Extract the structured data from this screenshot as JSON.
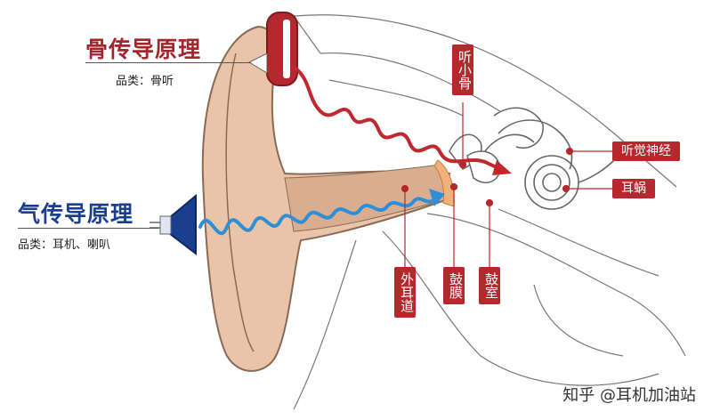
{
  "bone_conduction": {
    "title": "骨传导原理",
    "category": "品类：骨听"
  },
  "air_conduction": {
    "title": "气传导原理",
    "category": "品类：耳机、喇叭"
  },
  "labels": {
    "ossicles": "听小骨",
    "auditory_nerve": "听觉神经",
    "cochlea": "耳蜗",
    "ear_canal": "外耳道",
    "eardrum": "鼓膜",
    "tympanic_cavity": "鼓室"
  },
  "watermark": "知乎 @耳机加油站",
  "colors": {
    "bone_wave": "#c0282e",
    "air_wave": "#2f8fd6",
    "skin": "#e9c4a8",
    "label_bg": "#b5282e"
  }
}
